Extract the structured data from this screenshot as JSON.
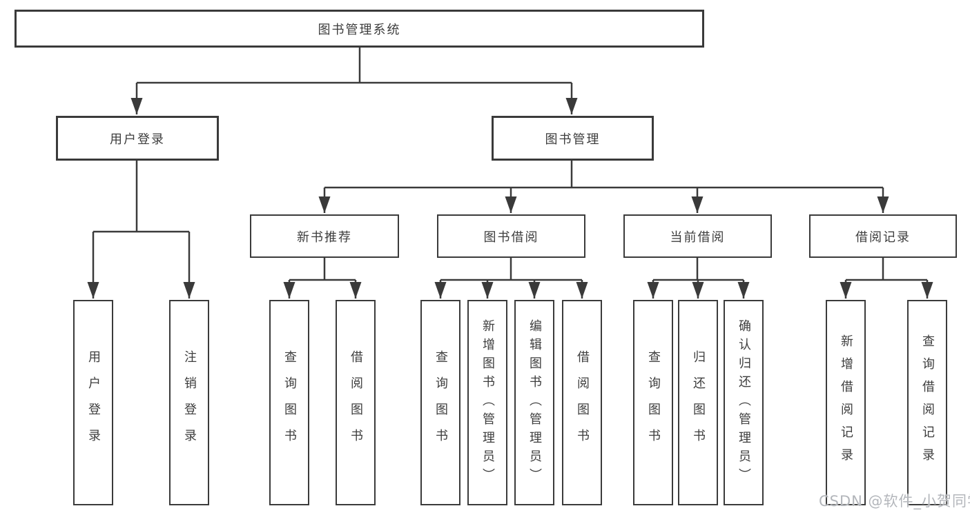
{
  "diagram": {
    "title": "图书管理系统",
    "root": {
      "label": "图书管理系统"
    },
    "user_login": {
      "label": "用户登录",
      "children": [
        {
          "label": "用户登录"
        },
        {
          "label": "注销登录"
        }
      ]
    },
    "book_mgmt": {
      "label": "图书管理",
      "sections": [
        {
          "label": "新书推荐",
          "children": [
            {
              "label": "查询图书"
            },
            {
              "label": "借阅图书"
            }
          ]
        },
        {
          "label": "图书借阅",
          "children": [
            {
              "label": "查询图书"
            },
            {
              "label": "新增图书（管理员）"
            },
            {
              "label": "编辑图书（管理员）"
            },
            {
              "label": "借阅图书"
            }
          ]
        },
        {
          "label": "当前借阅",
          "children": [
            {
              "label": "查询图书"
            },
            {
              "label": "归还图书"
            },
            {
              "label": "确认归还（管理员）"
            }
          ]
        },
        {
          "label": "借阅记录",
          "children": [
            {
              "label": "新增借阅记录"
            },
            {
              "label": "查询借阅记录"
            }
          ]
        }
      ]
    }
  },
  "watermark": "CSDN @软件_小贺同学",
  "colors": {
    "line": "#3a3a3a",
    "box_border": "#3a3a3a",
    "text": "#3d3d3d",
    "watermark": "#b3b6bb",
    "background": "#ffffff"
  }
}
